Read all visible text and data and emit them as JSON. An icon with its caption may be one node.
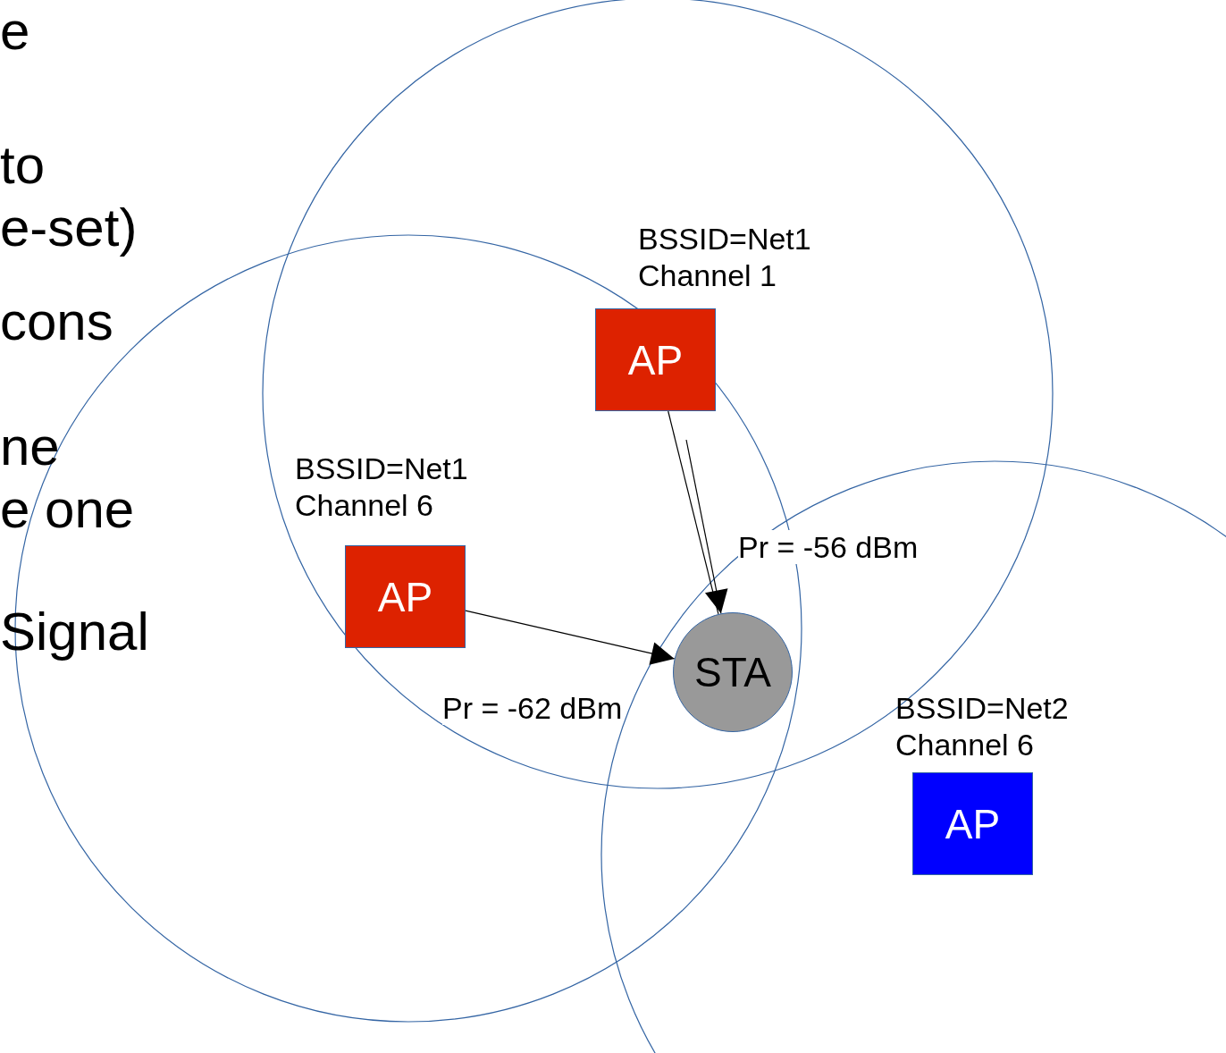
{
  "diagram": {
    "nodes": [
      {
        "text": [
          "AP"
        ],
        "beside": [
          "BSSID=Net1 Channel 1"
        ]
      },
      {
        "text": [
          "AP"
        ],
        "beside": [
          "BSSID=Net1 Channel 6"
        ]
      },
      {
        "text": [
          "STA"
        ]
      },
      {
        "text": [
          "AP"
        ],
        "beside": [
          "BSSID=Net2 Channel 6"
        ]
      }
    ],
    "edges": [
      {
        "from": 1,
        "to": 2,
        "arrow": "to",
        "label": "Pr = -62 dBm"
      },
      {
        "from": 0,
        "to": 2,
        "arrow": "none"
      },
      {
        "from": null,
        "to": 2,
        "arrow": "to",
        "label": "Pr = -56 dBm"
      }
    ],
    "labels": [
      "e",
      "to",
      "e-set)",
      "cons",
      "ne",
      "e one",
      "Signal"
    ]
  }
}
